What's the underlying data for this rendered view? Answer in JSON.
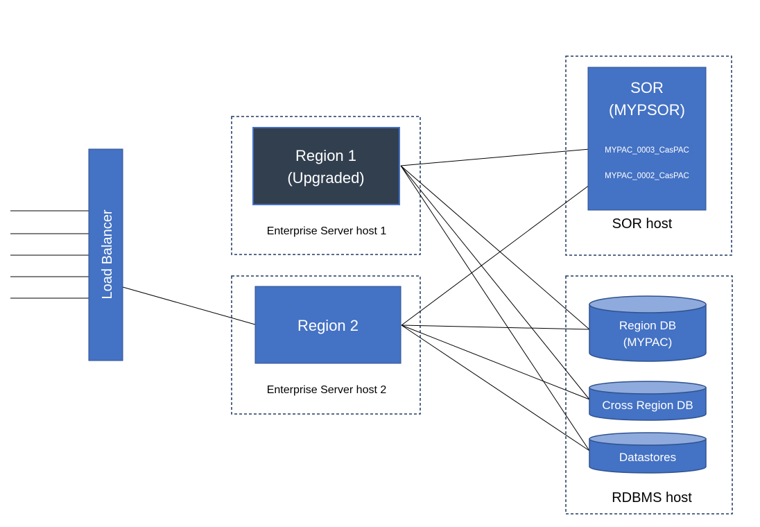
{
  "colors": {
    "blue": "#4472C4",
    "dark": "#323F4F",
    "cylinder_top": "#8FAADC",
    "dashed_border": "#1F3864",
    "line": "#000000",
    "white": "#FFFFFF"
  },
  "load_balancer": {
    "label": "Load Balancer"
  },
  "host1": {
    "label": "Enterprise Server host 1",
    "region": {
      "line1": "Region 1",
      "line2": "(Upgraded)"
    }
  },
  "host2": {
    "label": "Enterprise Server host 2",
    "region": {
      "line1": "Region 2"
    }
  },
  "sor_host": {
    "label": "SOR host",
    "sor": {
      "line1": "SOR",
      "line2": "(MYPSOR)",
      "pacs": [
        "MYPAC_0003_CasPAC",
        "MYPAC_0002_CasPAC"
      ]
    }
  },
  "rdbms_host": {
    "label": "RDBMS host",
    "region_db": {
      "line1": "Region DB",
      "line2": "(MYPAC)"
    },
    "cross_region_db": {
      "label": "Cross Region DB"
    },
    "datastores": {
      "label": "Datastores"
    }
  }
}
